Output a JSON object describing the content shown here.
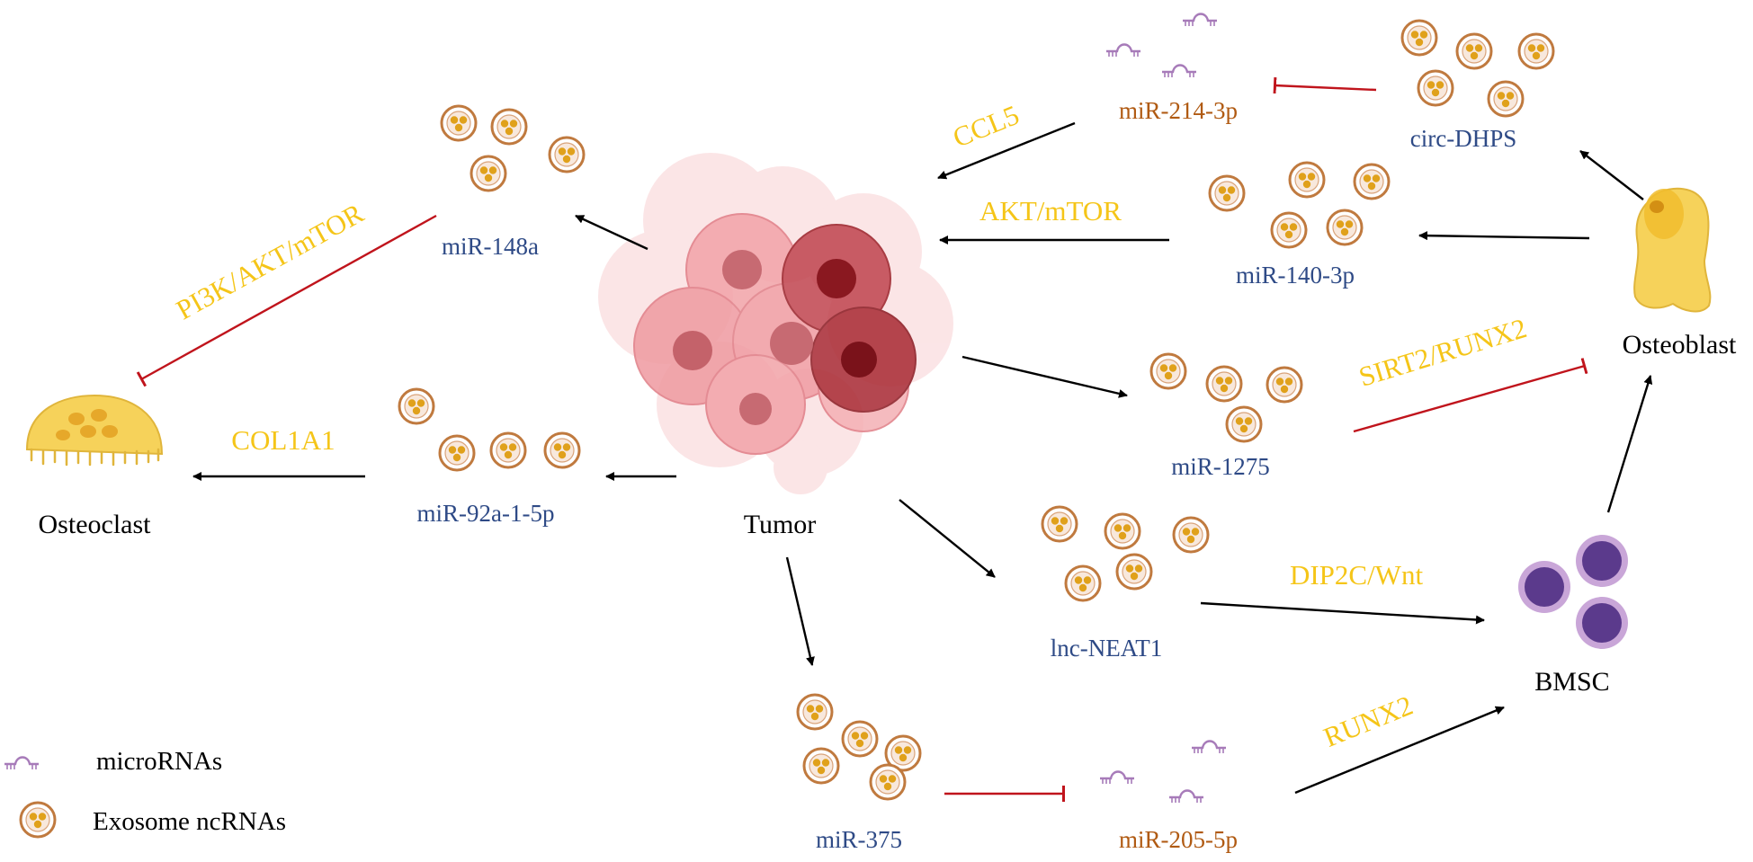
{
  "colors": {
    "arrow": "#000000",
    "inhibit": "#c0141c",
    "pathway_text": "#f5c518",
    "rna_text": "#2e4a86",
    "rna_text_alt": "#b05a12",
    "cell_text": "#000000",
    "exosome_ring": "#c07a3f",
    "exosome_core": "#e0a11b",
    "microrna": "#a77bb9",
    "bmsc_cell": "#5b3a8c",
    "osteoblast": "#f6d25a",
    "tumor_light": "#f2a3a8",
    "tumor_dark": "#9a1f27"
  },
  "cells": {
    "tumor": "Tumor",
    "osteoclast": "Osteoclast",
    "osteoblast": "Osteoblast",
    "bmsc": "BMSC"
  },
  "rnas": {
    "mir_148a": "miR-148a",
    "mir_92a": "miR-92a-1-5p",
    "mir_214": "miR-214-3p",
    "circ_dhps": "circ-DHPS",
    "mir_140": "miR-140-3p",
    "mir_1275": "miR-1275",
    "lnc_neat1": "lnc-NEAT1",
    "mir_375": "miR-375",
    "mir_205": "miR-205-5p"
  },
  "pathways": {
    "pi3k": "PI3K/AKT/mTOR",
    "col1a1": "COL1A1",
    "ccl5": "CCL5",
    "akt_mtor": "AKT/mTOR",
    "sirt2": "SIRT2/RUNX2",
    "dip2c": "DIP2C/Wnt",
    "runx2": "RUNX2"
  },
  "legend": {
    "micrornas": "microRNAs",
    "exosome": "Exosome ncRNAs"
  }
}
